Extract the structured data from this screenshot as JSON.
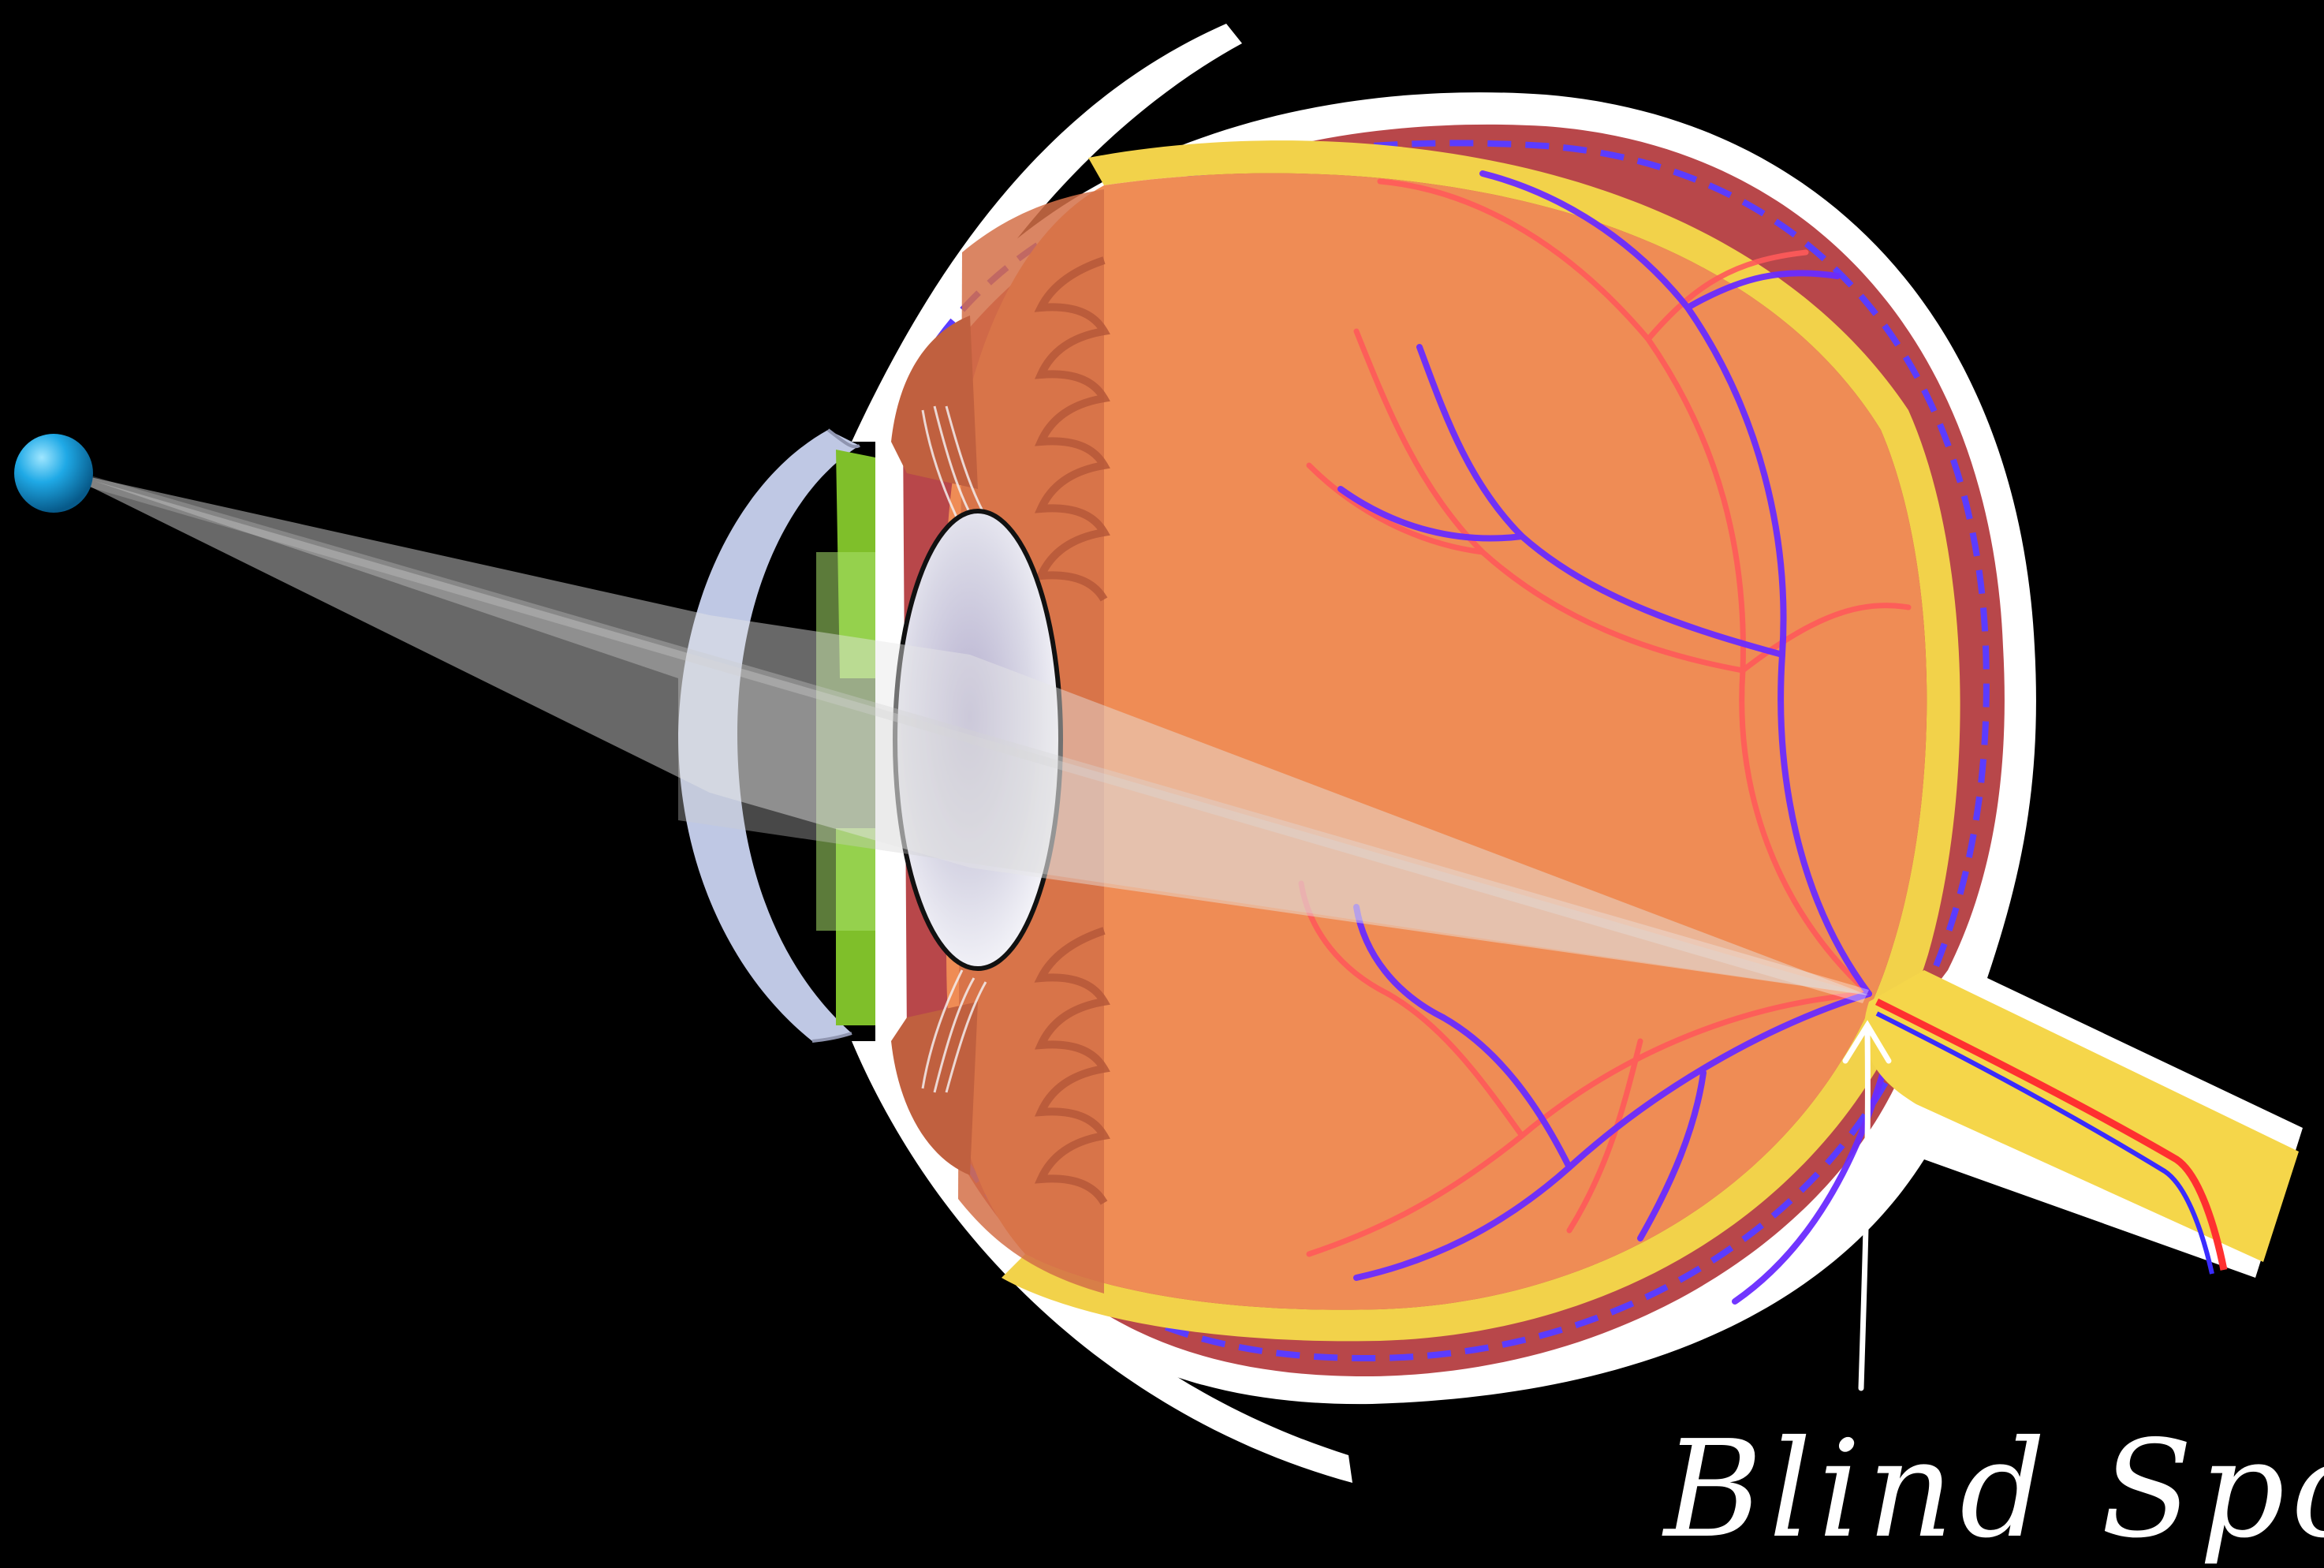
{
  "annotation": {
    "text": "Blind Spot"
  },
  "colors": {
    "background": "#000000",
    "sclera": "#ffffff",
    "choroid": "#b8474a",
    "retina": "#f2d24a",
    "vitreous": "#ef8c55",
    "ciliary": "#c0603f",
    "iris": "#7fbf2a",
    "cornea": "#c9d3f0",
    "lens": "#e8e8ee",
    "artery": "#ff4d4d",
    "vein": "#6a2cff",
    "optic_nerve": "#f5d64a",
    "light_source": "#1fa9e6",
    "light_beam": "#ffffff"
  },
  "elements": [
    {
      "name": "light-source-point",
      "icon": "blue-sphere"
    },
    {
      "name": "light-beam",
      "icon": "grey-cone"
    },
    {
      "name": "eyelid-upper",
      "icon": "white-arc"
    },
    {
      "name": "eyelid-lower",
      "icon": "white-arc"
    },
    {
      "name": "sclera",
      "icon": "white-shell"
    },
    {
      "name": "choroid",
      "icon": "red-layer"
    },
    {
      "name": "retina",
      "icon": "yellow-layer"
    },
    {
      "name": "vitreous-body",
      "icon": "orange-globe"
    },
    {
      "name": "cornea",
      "icon": "lavender-dome"
    },
    {
      "name": "iris",
      "icon": "green-band"
    },
    {
      "name": "lens",
      "icon": "white-ellipse"
    },
    {
      "name": "ciliary-body",
      "icon": "folded-ridge"
    },
    {
      "name": "blood-vessels",
      "icon": "branching-lines"
    },
    {
      "name": "optic-nerve",
      "icon": "yellow-tube"
    },
    {
      "name": "blind-spot-arrow",
      "icon": "up-arrow"
    }
  ]
}
